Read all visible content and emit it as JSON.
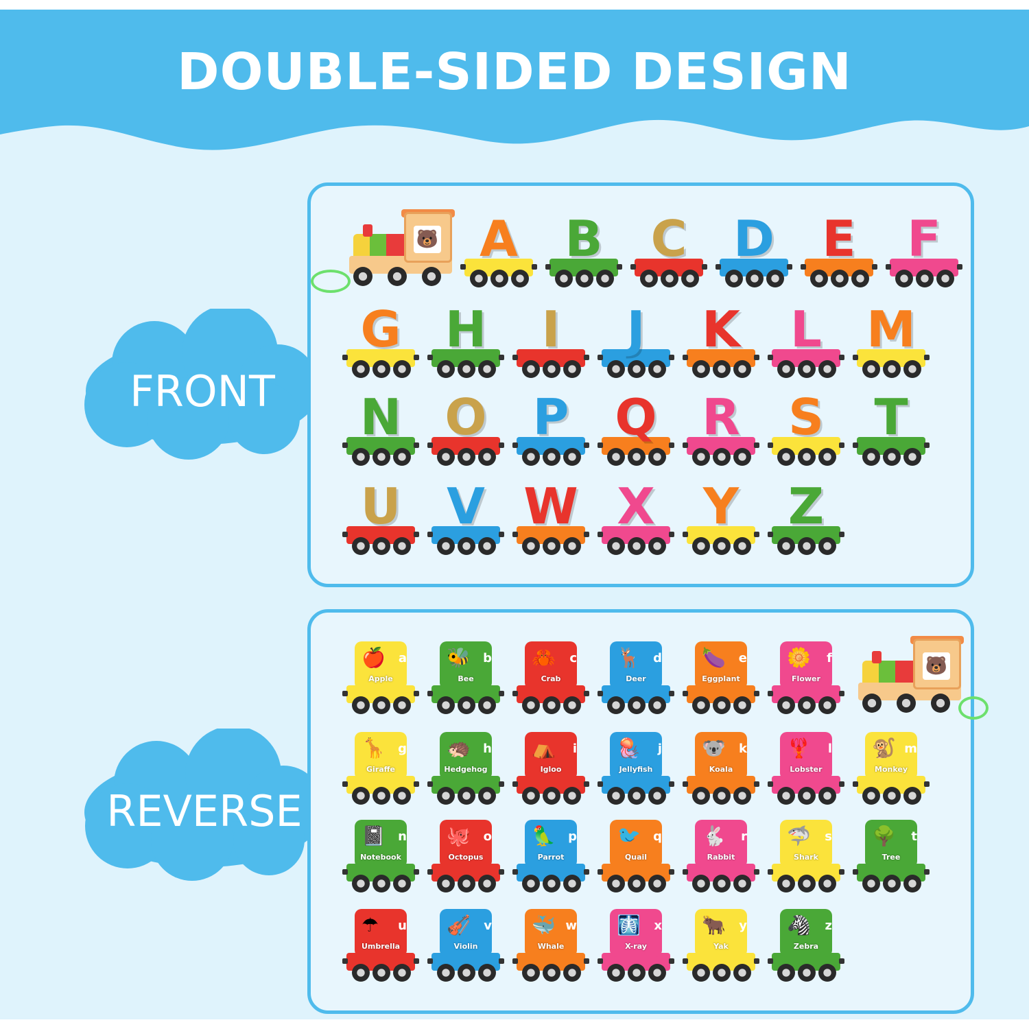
{
  "title": "DOUBLE-SIDED DESIGN",
  "labels": {
    "front": "FRONT",
    "reverse": "REVERSE"
  },
  "colors": {
    "banner": "#4fbbec",
    "background": "#dff3fc",
    "panel_border": "#4fbbec",
    "red": "#e8342c",
    "orange": "#f77f1e",
    "yellow": "#fbe33b",
    "green": "#4aa837",
    "blue": "#2b9fe0",
    "pink": "#f0498e",
    "gold": "#c9a24b"
  },
  "front": {
    "rows": [
      [
        {
          "letter": "A",
          "letter_color": "orange",
          "body": "yellow"
        },
        {
          "letter": "B",
          "letter_color": "green",
          "body": "green"
        },
        {
          "letter": "C",
          "letter_color": "gold",
          "body": "red"
        },
        {
          "letter": "D",
          "letter_color": "blue",
          "body": "blue"
        },
        {
          "letter": "E",
          "letter_color": "red",
          "body": "orange"
        },
        {
          "letter": "F",
          "letter_color": "pink",
          "body": "pink"
        }
      ],
      [
        {
          "letter": "G",
          "letter_color": "orange",
          "body": "yellow"
        },
        {
          "letter": "H",
          "letter_color": "green",
          "body": "green"
        },
        {
          "letter": "I",
          "letter_color": "gold",
          "body": "red"
        },
        {
          "letter": "J",
          "letter_color": "blue",
          "body": "blue"
        },
        {
          "letter": "K",
          "letter_color": "red",
          "body": "orange"
        },
        {
          "letter": "L",
          "letter_color": "pink",
          "body": "pink"
        },
        {
          "letter": "M",
          "letter_color": "orange",
          "body": "yellow"
        }
      ],
      [
        {
          "letter": "N",
          "letter_color": "green",
          "body": "green"
        },
        {
          "letter": "O",
          "letter_color": "gold",
          "body": "red"
        },
        {
          "letter": "P",
          "letter_color": "blue",
          "body": "blue"
        },
        {
          "letter": "Q",
          "letter_color": "red",
          "body": "orange"
        },
        {
          "letter": "R",
          "letter_color": "pink",
          "body": "pink"
        },
        {
          "letter": "S",
          "letter_color": "orange",
          "body": "yellow"
        },
        {
          "letter": "T",
          "letter_color": "green",
          "body": "green"
        }
      ],
      [
        {
          "letter": "U",
          "letter_color": "gold",
          "body": "red"
        },
        {
          "letter": "V",
          "letter_color": "blue",
          "body": "blue"
        },
        {
          "letter": "W",
          "letter_color": "red",
          "body": "orange"
        },
        {
          "letter": "X",
          "letter_color": "pink",
          "body": "pink"
        },
        {
          "letter": "Y",
          "letter_color": "orange",
          "body": "yellow"
        },
        {
          "letter": "Z",
          "letter_color": "green",
          "body": "green"
        }
      ]
    ]
  },
  "reverse": {
    "rows": [
      [
        {
          "lower": "a",
          "word": "Apple",
          "pic": "🍎",
          "color": "yellow"
        },
        {
          "lower": "b",
          "word": "Bee",
          "pic": "🐝",
          "color": "green"
        },
        {
          "lower": "c",
          "word": "Crab",
          "pic": "🦀",
          "color": "red"
        },
        {
          "lower": "d",
          "word": "Deer",
          "pic": "🦌",
          "color": "blue"
        },
        {
          "lower": "e",
          "word": "Eggplant",
          "pic": "🍆",
          "color": "orange"
        },
        {
          "lower": "f",
          "word": "Flower",
          "pic": "🌼",
          "color": "pink"
        }
      ],
      [
        {
          "lower": "g",
          "word": "Giraffe",
          "pic": "🦒",
          "color": "yellow"
        },
        {
          "lower": "h",
          "word": "Hedgehog",
          "pic": "🦔",
          "color": "green"
        },
        {
          "lower": "i",
          "word": "Igloo",
          "pic": "⛺",
          "color": "red"
        },
        {
          "lower": "j",
          "word": "Jellyfish",
          "pic": "🪼",
          "color": "blue"
        },
        {
          "lower": "k",
          "word": "Koala",
          "pic": "🐨",
          "color": "orange"
        },
        {
          "lower": "l",
          "word": "Lobster",
          "pic": "🦞",
          "color": "pink"
        },
        {
          "lower": "m",
          "word": "Monkey",
          "pic": "🐒",
          "color": "yellow"
        }
      ],
      [
        {
          "lower": "n",
          "word": "Notebook",
          "pic": "📓",
          "color": "green"
        },
        {
          "lower": "o",
          "word": "Octopus",
          "pic": "🐙",
          "color": "red"
        },
        {
          "lower": "p",
          "word": "Parrot",
          "pic": "🦜",
          "color": "blue"
        },
        {
          "lower": "q",
          "word": "Quail",
          "pic": "🐦",
          "color": "orange"
        },
        {
          "lower": "r",
          "word": "Rabbit",
          "pic": "🐇",
          "color": "pink"
        },
        {
          "lower": "s",
          "word": "Shark",
          "pic": "🦈",
          "color": "yellow"
        },
        {
          "lower": "t",
          "word": "Tree",
          "pic": "🌳",
          "color": "green"
        }
      ],
      [
        {
          "lower": "u",
          "word": "Umbrella",
          "pic": "☂",
          "color": "red"
        },
        {
          "lower": "v",
          "word": "Violin",
          "pic": "🎻",
          "color": "blue"
        },
        {
          "lower": "w",
          "word": "Whale",
          "pic": "🐳",
          "color": "orange"
        },
        {
          "lower": "x",
          "word": "X-ray",
          "pic": "🩻",
          "color": "pink"
        },
        {
          "lower": "y",
          "word": "Yak",
          "pic": "🐂",
          "color": "yellow"
        },
        {
          "lower": "z",
          "word": "Zebra",
          "pic": "🦓",
          "color": "green"
        }
      ]
    ]
  }
}
